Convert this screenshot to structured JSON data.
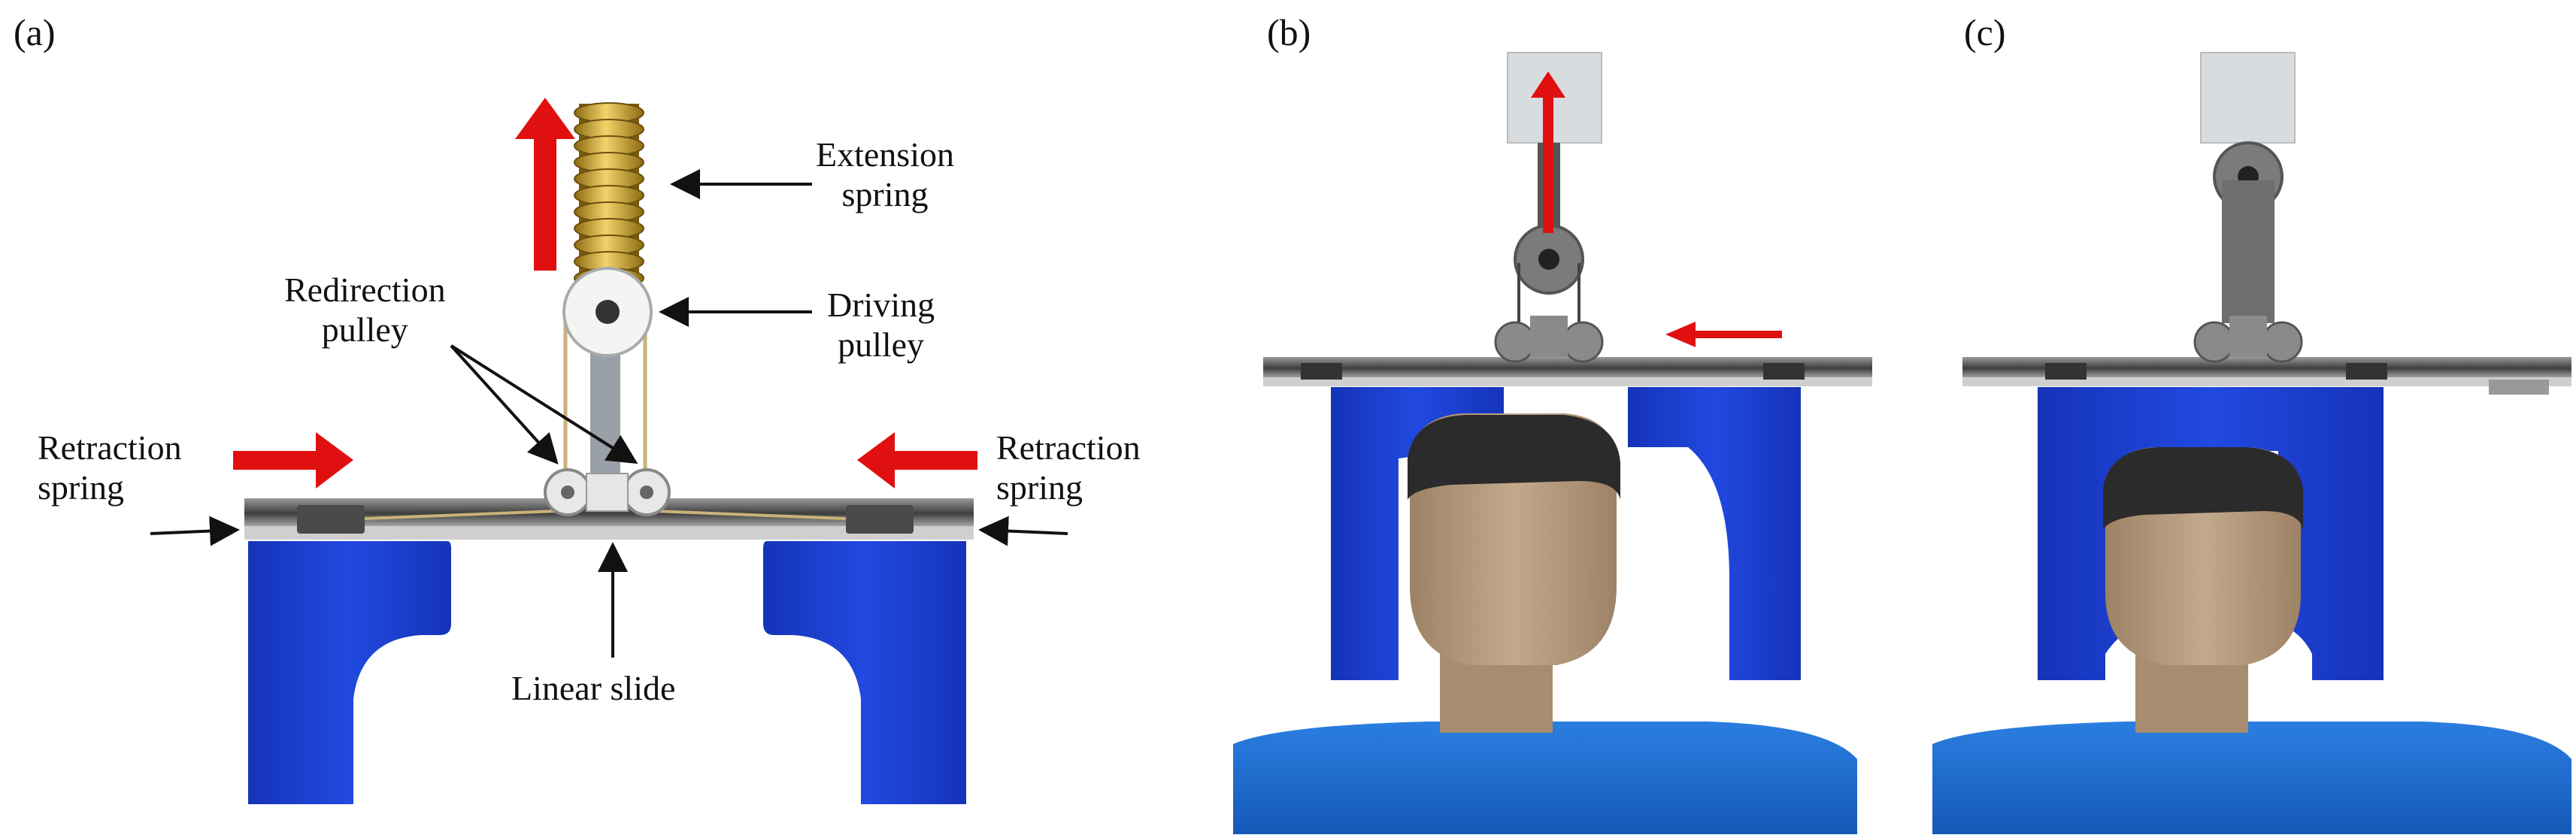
{
  "panels": {
    "a": {
      "letter": "(a)"
    },
    "b": {
      "letter": "(b)"
    },
    "c": {
      "letter": "(c)"
    }
  },
  "labels": {
    "extension_spring": [
      "Extension",
      "spring"
    ],
    "driving_pulley": [
      "Driving",
      "pulley"
    ],
    "redirection_pulley": [
      "Redirection",
      "pulley"
    ],
    "retraction_spring_left": [
      "Retraction",
      "spring"
    ],
    "retraction_spring_right": [
      "Retraction",
      "spring"
    ],
    "linear_slide": "Linear slide"
  },
  "colors": {
    "frame_blue": "#1a3fd1",
    "arrow_red": "#e01010",
    "spring_gold": "#c9a227",
    "shirt_blue": "#1f6fd6",
    "skin": "#b79c80",
    "hair": "#2b2b2b",
    "rail_gray": "#5a5a5a",
    "weight_gray": "#d9dcdf"
  }
}
